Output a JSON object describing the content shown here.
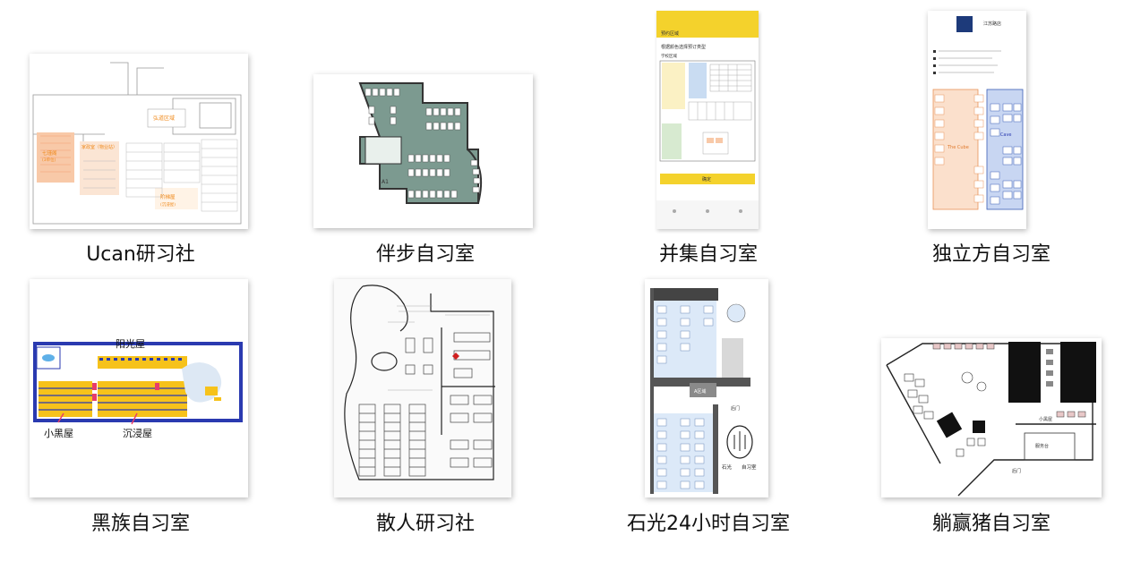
{
  "colors": {
    "orange_zone": "#f8c9a8",
    "orange_text": "#f08a1c",
    "grey_green": "#7c9a90",
    "blue_zone": "#c8d6f2",
    "navy": "#2a3ab0",
    "yellow": "#f4d22c",
    "yellow_seat": "#f6c21b"
  },
  "cards": [
    {
      "name": "Ucan研习社",
      "labels": [
        "弘道区域",
        "七瑾阁",
        "(3单位)",
        "家政室（物业站）",
        "阶梯屋",
        "(沉浸屋)"
      ]
    },
    {
      "name": "伴步自习室",
      "labels": [
        "A1"
      ]
    },
    {
      "name": "并集自习室",
      "labels": [
        "预约区域",
        "根据颜色选择预订类型",
        "学校区域",
        "确定"
      ]
    },
    {
      "name": "独立方自习室",
      "labels": [
        "江苏路店",
        "The Cube",
        "The Cave"
      ]
    },
    {
      "name": "黑族自习室",
      "labels": [
        "阳光屋",
        "小黑屋",
        "沉浸屋"
      ]
    },
    {
      "name": "散人研习社",
      "labels": []
    },
    {
      "name": "石光24小时自习室",
      "labels": [
        "A区域",
        "石光",
        "自习室",
        "后门"
      ]
    },
    {
      "name": "躺赢猪自习室",
      "labels": [
        "小黑屋",
        "服务台",
        "后门"
      ]
    }
  ]
}
